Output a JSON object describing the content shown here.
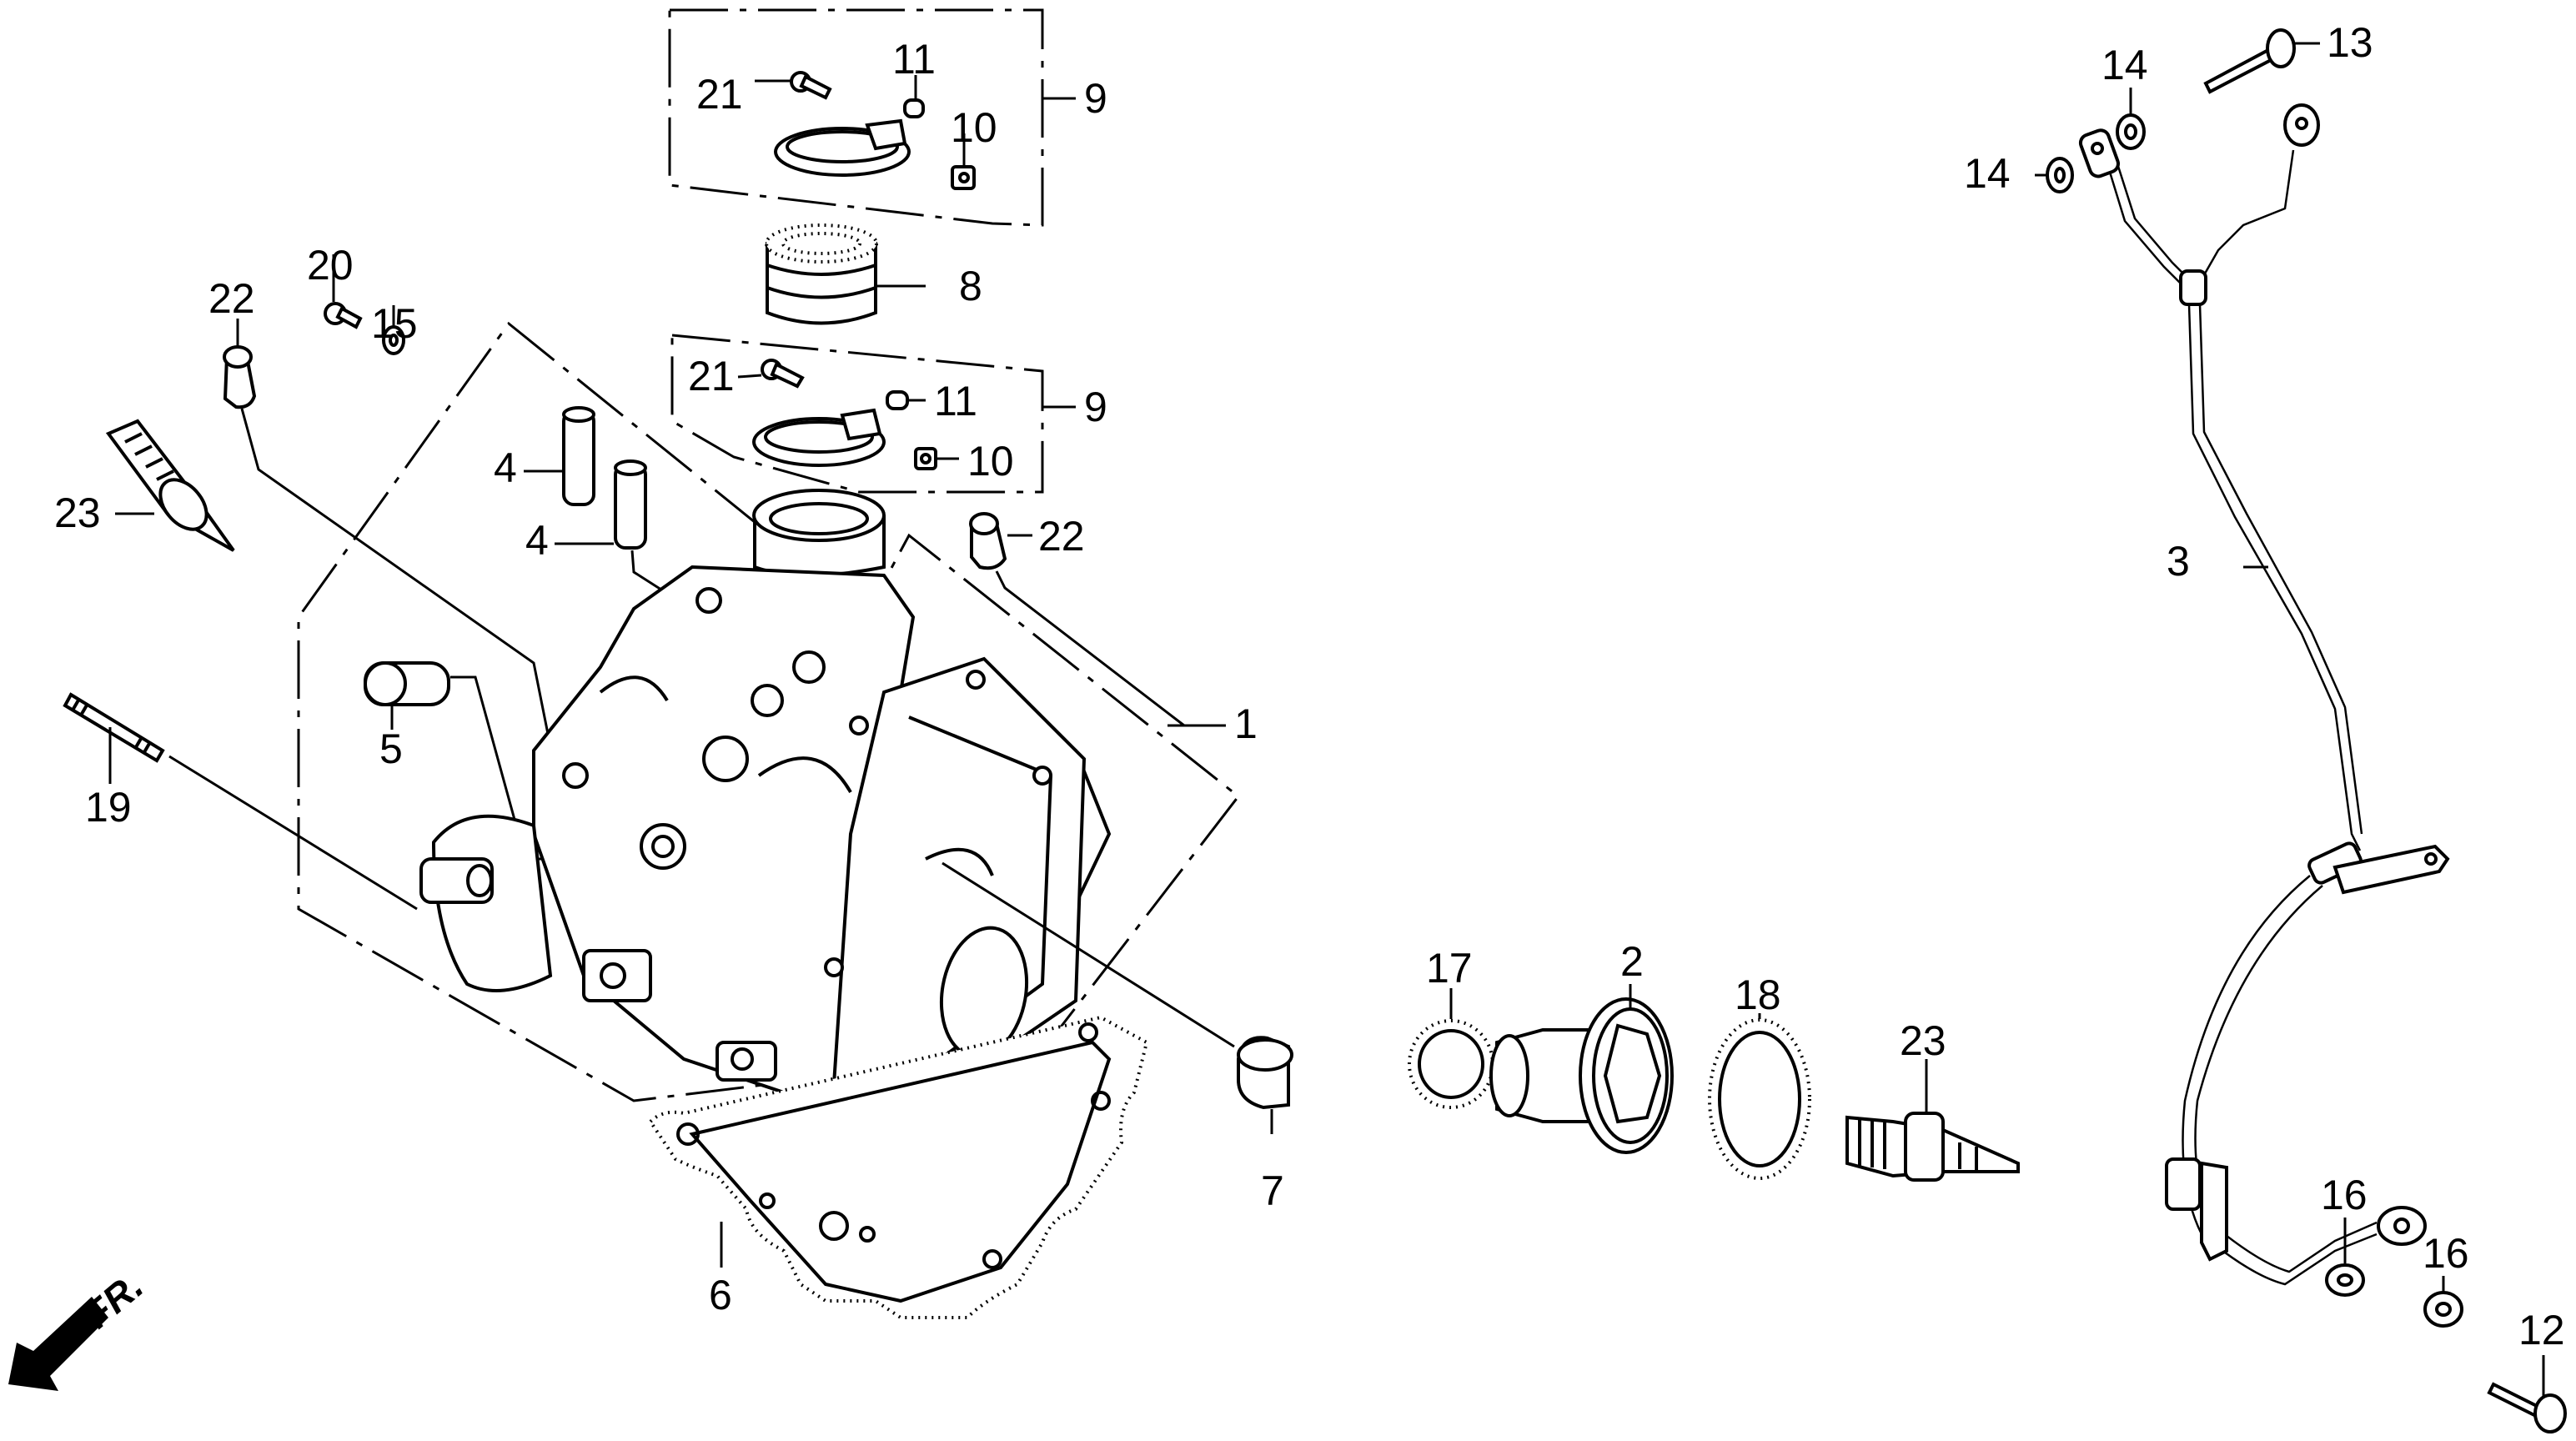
{
  "diagram": {
    "type": "exploded-parts-diagram",
    "subject": "cylinder head cover assembly",
    "direction_indicator": "FR.",
    "callouts": [
      {
        "id": "c1",
        "number": "1",
        "part": "cylinder head"
      },
      {
        "id": "c2",
        "number": "2",
        "part": "plug fitting"
      },
      {
        "id": "c3",
        "number": "3",
        "part": "wire harness / cable"
      },
      {
        "id": "c4a",
        "number": "4",
        "part": "dowel pin"
      },
      {
        "id": "c4b",
        "number": "4",
        "part": "dowel pin"
      },
      {
        "id": "c5",
        "number": "5",
        "part": "plug"
      },
      {
        "id": "c6",
        "number": "6",
        "part": "gasket"
      },
      {
        "id": "c7",
        "number": "7",
        "part": "cap"
      },
      {
        "id": "c8",
        "number": "8",
        "part": "rubber joint"
      },
      {
        "id": "c9a",
        "number": "9",
        "part": "clamp set"
      },
      {
        "id": "c9b",
        "number": "9",
        "part": "clamp set"
      },
      {
        "id": "c10a",
        "number": "10",
        "part": "nut"
      },
      {
        "id": "c10b",
        "number": "10",
        "part": "nut"
      },
      {
        "id": "c11a",
        "number": "11",
        "part": "collar"
      },
      {
        "id": "c11b",
        "number": "11",
        "part": "collar"
      },
      {
        "id": "c12",
        "number": "12",
        "part": "bolt"
      },
      {
        "id": "c13",
        "number": "13",
        "part": "bolt"
      },
      {
        "id": "c14a",
        "number": "14",
        "part": "washer"
      },
      {
        "id": "c14b",
        "number": "14",
        "part": "washer"
      },
      {
        "id": "c15",
        "number": "15",
        "part": "washer"
      },
      {
        "id": "c16a",
        "number": "16",
        "part": "washer"
      },
      {
        "id": "c16b",
        "number": "16",
        "part": "washer"
      },
      {
        "id": "c17",
        "number": "17",
        "part": "o-ring"
      },
      {
        "id": "c18",
        "number": "18",
        "part": "o-ring"
      },
      {
        "id": "c19",
        "number": "19",
        "part": "stud bolt"
      },
      {
        "id": "c20",
        "number": "20",
        "part": "bolt"
      },
      {
        "id": "c21a",
        "number": "21",
        "part": "screw"
      },
      {
        "id": "c21b",
        "number": "21",
        "part": "screw"
      },
      {
        "id": "c22a",
        "number": "22",
        "part": "collar"
      },
      {
        "id": "c22b",
        "number": "22",
        "part": "collar"
      },
      {
        "id": "c23a",
        "number": "23",
        "part": "spark plug"
      },
      {
        "id": "c23b",
        "number": "23",
        "part": "spark plug"
      }
    ]
  }
}
